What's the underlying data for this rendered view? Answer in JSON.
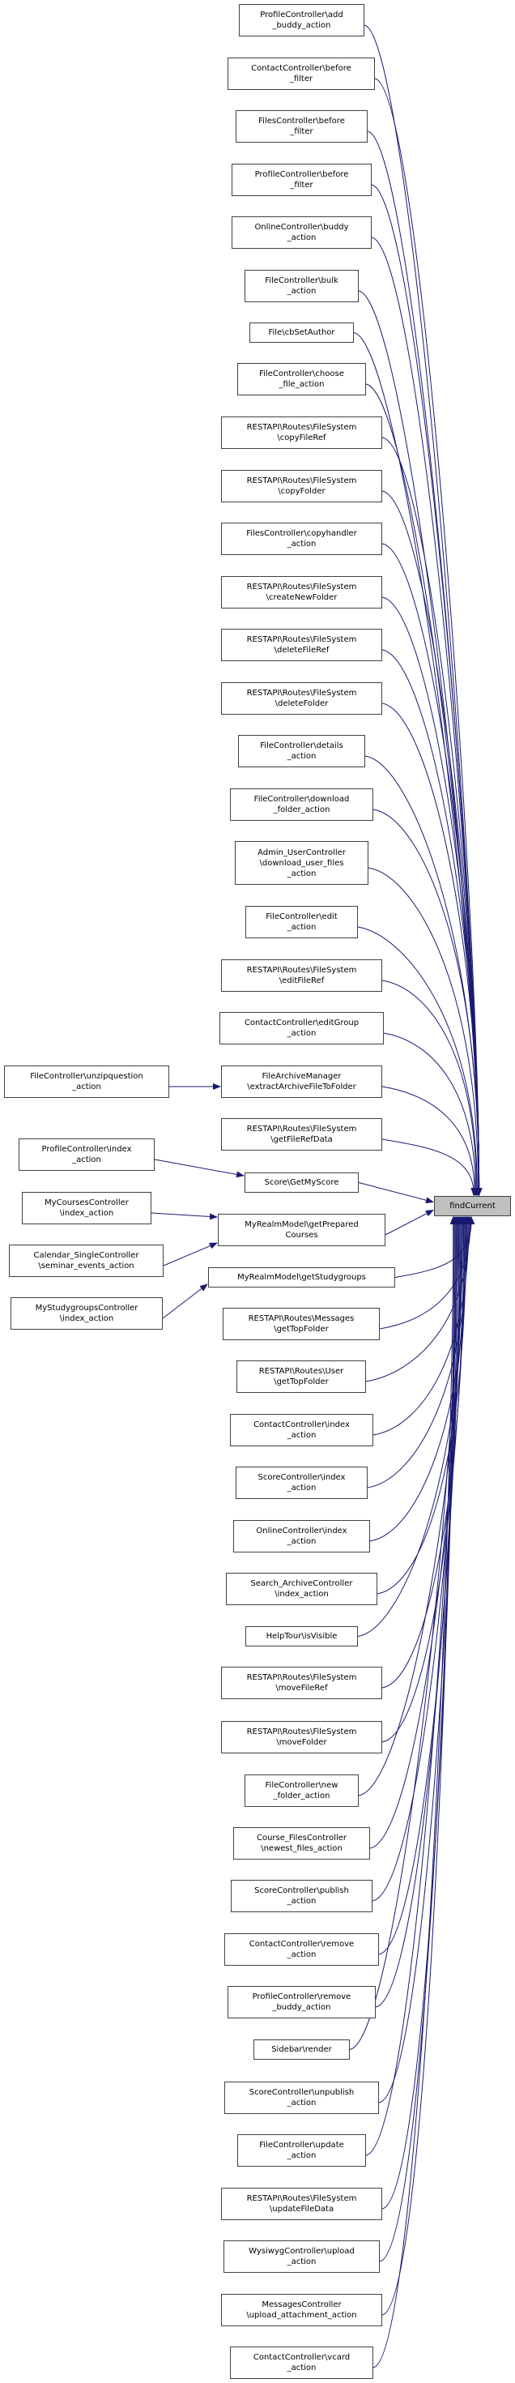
{
  "graph": {
    "type": "doxygen-caller-graph",
    "edge_color": "#191970",
    "target": {
      "id": "findCurrent",
      "label": "findCurrent"
    },
    "nodes": [
      {
        "id": "n01",
        "lines": [
          "ProfileController\\add",
          "_buddy_action"
        ]
      },
      {
        "id": "n02",
        "lines": [
          "ContactController\\before",
          "_filter"
        ]
      },
      {
        "id": "n03",
        "lines": [
          "FilesController\\before",
          "_filter"
        ]
      },
      {
        "id": "n04",
        "lines": [
          "ProfileController\\before",
          "_filter"
        ]
      },
      {
        "id": "n05",
        "lines": [
          "OnlineController\\buddy",
          "_action"
        ]
      },
      {
        "id": "n06",
        "lines": [
          "FileController\\bulk",
          "_action"
        ]
      },
      {
        "id": "n07",
        "lines": [
          "File\\cbSetAuthor"
        ]
      },
      {
        "id": "n08",
        "lines": [
          "FileController\\choose",
          "_file_action"
        ]
      },
      {
        "id": "n09",
        "lines": [
          "RESTAPI\\Routes\\FileSystem",
          "\\copyFileRef"
        ]
      },
      {
        "id": "n10",
        "lines": [
          "RESTAPI\\Routes\\FileSystem",
          "\\copyFolder"
        ]
      },
      {
        "id": "n11",
        "lines": [
          "FilesController\\copyhandler",
          "_action"
        ]
      },
      {
        "id": "n12",
        "lines": [
          "RESTAPI\\Routes\\FileSystem",
          "\\createNewFolder"
        ]
      },
      {
        "id": "n13",
        "lines": [
          "RESTAPI\\Routes\\FileSystem",
          "\\deleteFileRef"
        ]
      },
      {
        "id": "n14",
        "lines": [
          "RESTAPI\\Routes\\FileSystem",
          "\\deleteFolder"
        ]
      },
      {
        "id": "n15",
        "lines": [
          "FileController\\details",
          "_action"
        ]
      },
      {
        "id": "n16",
        "lines": [
          "FileController\\download",
          "_folder_action"
        ]
      },
      {
        "id": "n17",
        "lines": [
          "Admin_UserController",
          "\\download_user_files",
          "_action"
        ]
      },
      {
        "id": "n18",
        "lines": [
          "FileController\\edit",
          "_action"
        ]
      },
      {
        "id": "n19",
        "lines": [
          "RESTAPI\\Routes\\FileSystem",
          "\\editFileRef"
        ]
      },
      {
        "id": "n20",
        "lines": [
          "ContactController\\editGroup",
          "_action"
        ]
      },
      {
        "id": "n21",
        "lines": [
          "FileArchiveManager",
          "\\extractArchiveFileToFolder"
        ]
      },
      {
        "id": "n22",
        "lines": [
          "RESTAPI\\Routes\\FileSystem",
          "\\getFileRefData"
        ]
      },
      {
        "id": "n23",
        "lines": [
          "Score\\GetMyScore"
        ]
      },
      {
        "id": "n24",
        "lines": [
          "MyRealmModel\\getPrepared",
          "Courses"
        ]
      },
      {
        "id": "n25",
        "lines": [
          "MyRealmModel\\getStudygroups"
        ]
      },
      {
        "id": "n26",
        "lines": [
          "RESTAPI\\Routes\\Messages",
          "\\getTopFolder"
        ]
      },
      {
        "id": "n27",
        "lines": [
          "RESTAPI\\Routes\\User",
          "\\getTopFolder"
        ]
      },
      {
        "id": "n28",
        "lines": [
          "ContactController\\index",
          "_action"
        ]
      },
      {
        "id": "n29",
        "lines": [
          "ScoreController\\index",
          "_action"
        ]
      },
      {
        "id": "n30",
        "lines": [
          "OnlineController\\index",
          "_action"
        ]
      },
      {
        "id": "n31",
        "lines": [
          "Search_ArchiveController",
          "\\index_action"
        ]
      },
      {
        "id": "n32",
        "lines": [
          "HelpTour\\isVisible"
        ]
      },
      {
        "id": "n33",
        "lines": [
          "RESTAPI\\Routes\\FileSystem",
          "\\moveFileRef"
        ]
      },
      {
        "id": "n34",
        "lines": [
          "RESTAPI\\Routes\\FileSystem",
          "\\moveFolder"
        ]
      },
      {
        "id": "n35",
        "lines": [
          "FileController\\new",
          "_folder_action"
        ]
      },
      {
        "id": "n36",
        "lines": [
          "Course_FilesController",
          "\\newest_files_action"
        ]
      },
      {
        "id": "n37",
        "lines": [
          "ScoreController\\publish",
          "_action"
        ]
      },
      {
        "id": "n38",
        "lines": [
          "ContactController\\remove",
          "_action"
        ]
      },
      {
        "id": "n39",
        "lines": [
          "ProfileController\\remove",
          "_buddy_action"
        ]
      },
      {
        "id": "n40",
        "lines": [
          "Sidebar\\render"
        ]
      },
      {
        "id": "n41",
        "lines": [
          "ScoreController\\unpublish",
          "_action"
        ]
      },
      {
        "id": "n42",
        "lines": [
          "FileController\\update",
          "_action"
        ]
      },
      {
        "id": "n43",
        "lines": [
          "RESTAPI\\Routes\\FileSystem",
          "\\updateFileData"
        ]
      },
      {
        "id": "n44",
        "lines": [
          "WysiwygController\\upload",
          "_action"
        ]
      },
      {
        "id": "n45",
        "lines": [
          "MessagesController",
          "\\upload_attachment_action"
        ]
      },
      {
        "id": "n46",
        "lines": [
          "ContactController\\vcard",
          "_action"
        ]
      },
      {
        "id": "l01",
        "lines": [
          "FileController\\unzipquestion",
          "_action"
        ]
      },
      {
        "id": "l02",
        "lines": [
          "ProfileController\\index",
          "_action"
        ]
      },
      {
        "id": "l03",
        "lines": [
          "MyCoursesController",
          "\\index_action"
        ]
      },
      {
        "id": "l04",
        "lines": [
          "Calendar_SingleController",
          "\\seminar_events_action"
        ]
      },
      {
        "id": "l05",
        "lines": [
          "MyStudygroupsController",
          "\\index_action"
        ]
      }
    ],
    "edges": [
      [
        "n01",
        "findCurrent"
      ],
      [
        "n02",
        "findCurrent"
      ],
      [
        "n03",
        "findCurrent"
      ],
      [
        "n04",
        "findCurrent"
      ],
      [
        "n05",
        "findCurrent"
      ],
      [
        "n06",
        "findCurrent"
      ],
      [
        "n07",
        "findCurrent"
      ],
      [
        "n08",
        "findCurrent"
      ],
      [
        "n09",
        "findCurrent"
      ],
      [
        "n10",
        "findCurrent"
      ],
      [
        "n11",
        "findCurrent"
      ],
      [
        "n12",
        "findCurrent"
      ],
      [
        "n13",
        "findCurrent"
      ],
      [
        "n14",
        "findCurrent"
      ],
      [
        "n15",
        "findCurrent"
      ],
      [
        "n16",
        "findCurrent"
      ],
      [
        "n17",
        "findCurrent"
      ],
      [
        "n18",
        "findCurrent"
      ],
      [
        "n19",
        "findCurrent"
      ],
      [
        "n20",
        "findCurrent"
      ],
      [
        "n21",
        "findCurrent"
      ],
      [
        "n22",
        "findCurrent"
      ],
      [
        "n23",
        "findCurrent"
      ],
      [
        "n24",
        "findCurrent"
      ],
      [
        "n25",
        "findCurrent"
      ],
      [
        "n26",
        "findCurrent"
      ],
      [
        "n27",
        "findCurrent"
      ],
      [
        "n28",
        "findCurrent"
      ],
      [
        "n29",
        "findCurrent"
      ],
      [
        "n30",
        "findCurrent"
      ],
      [
        "n31",
        "findCurrent"
      ],
      [
        "n32",
        "findCurrent"
      ],
      [
        "n33",
        "findCurrent"
      ],
      [
        "n34",
        "findCurrent"
      ],
      [
        "n35",
        "findCurrent"
      ],
      [
        "n36",
        "findCurrent"
      ],
      [
        "n37",
        "findCurrent"
      ],
      [
        "n38",
        "findCurrent"
      ],
      [
        "n39",
        "findCurrent"
      ],
      [
        "n40",
        "findCurrent"
      ],
      [
        "n41",
        "findCurrent"
      ],
      [
        "n42",
        "findCurrent"
      ],
      [
        "n43",
        "findCurrent"
      ],
      [
        "n44",
        "findCurrent"
      ],
      [
        "n45",
        "findCurrent"
      ],
      [
        "n46",
        "findCurrent"
      ],
      [
        "l01",
        "n21"
      ],
      [
        "l02",
        "n23"
      ],
      [
        "l03",
        "n24"
      ],
      [
        "l04",
        "n24"
      ],
      [
        "l05",
        "n25"
      ]
    ]
  }
}
